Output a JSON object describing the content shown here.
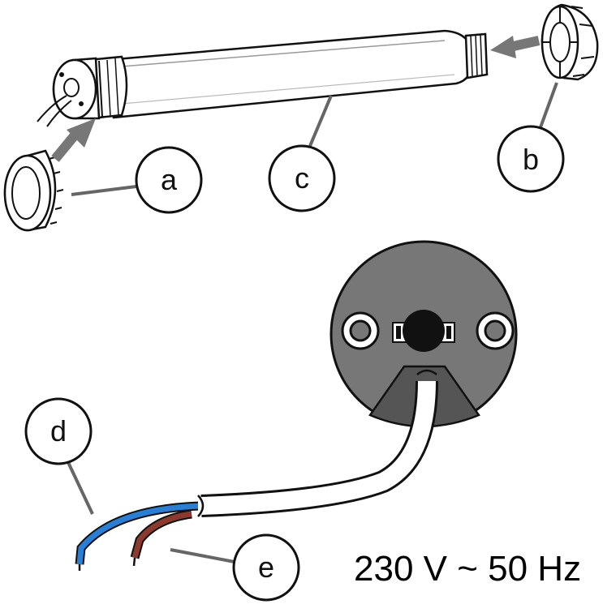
{
  "callouts": {
    "a": "a",
    "b": "b",
    "c": "c",
    "d": "d",
    "e": "e"
  },
  "spec": "230 V ~ 50 Hz",
  "colors": {
    "line": "#111111",
    "leader": "#666666",
    "arrow": "#777777",
    "head_plate": "#777777",
    "head_plate_dark": "#555555",
    "wire_blue": "#2a7fd4",
    "wire_brown": "#8b3a2f"
  }
}
